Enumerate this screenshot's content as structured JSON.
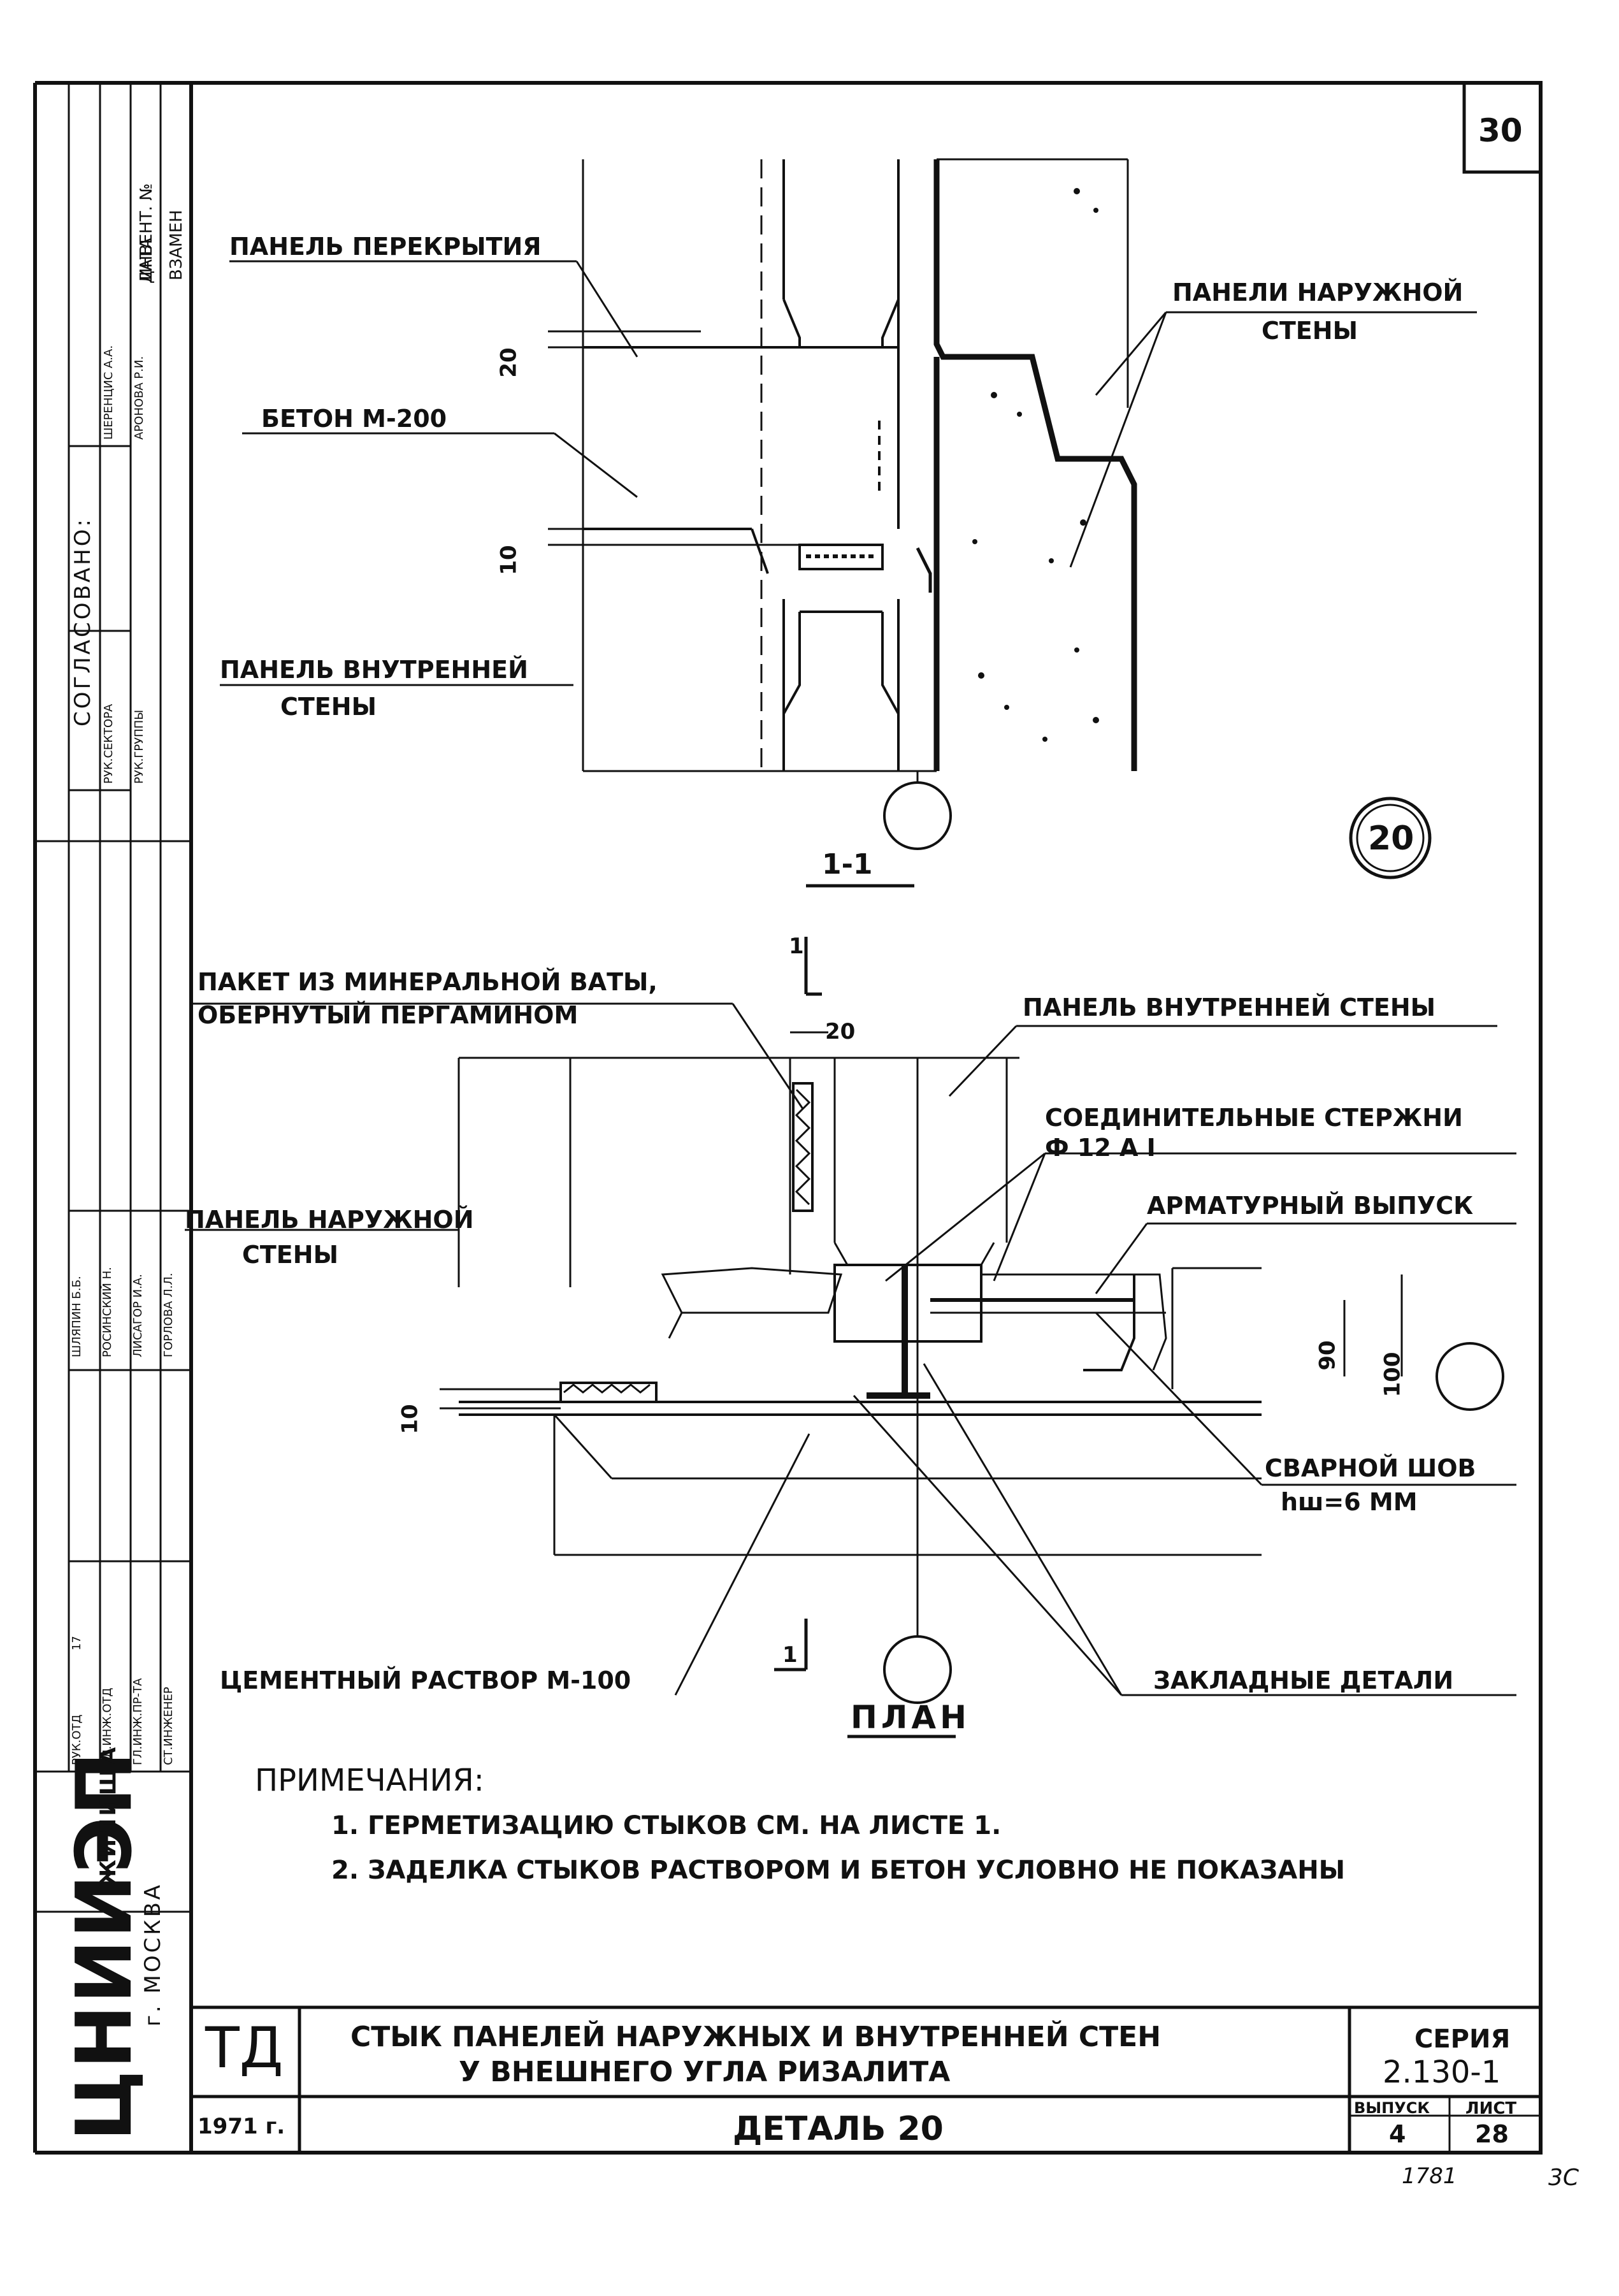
{
  "sheet_number": "30",
  "detail_circle": "20",
  "section": {
    "labels": {
      "floor_panel": "ПАНЕЛЬ ПЕРЕКРЫТИЯ",
      "outer_panels_1": "ПАНЕЛИ НАРУЖНОЙ",
      "outer_panels_2": "СТЕНЫ",
      "concrete": "БЕТОН М-200",
      "inner_panel_1": "ПАНЕЛЬ ВНУТРЕННЕЙ",
      "inner_panel_2": "СТЕНЫ"
    },
    "dim_top": "20",
    "dim_bottom": "10",
    "title": "1-1"
  },
  "plan": {
    "labels": {
      "wool_1": "ПАКЕТ ИЗ МИНЕРАЛЬНОЙ ВАТЫ,",
      "wool_2": "ОБЕРНУТЫЙ ПЕРГАМИНОМ",
      "inner_panel": "ПАНЕЛЬ ВНУТРЕННЕЙ СТЕНЫ",
      "rods_1": "СОЕДИНИТЕЛЬНЫЕ СТЕРЖНИ",
      "rods_2": "Ф 12 А I",
      "rebar_outlet": "АРМАТУРНЫЙ ВЫПУСК",
      "outer_panel_1": "ПАНЕЛЬ НАРУЖНОЙ",
      "outer_panel_2": "СТЕНЫ",
      "weld_1": "СВАРНОЙ ШОВ",
      "weld_2": "hш=6 ММ",
      "mortar": "ЦЕМЕНТНЫЙ РАСТВОР М-100",
      "embedded": "ЗАКЛАДНЫЕ ДЕТАЛИ"
    },
    "dims": {
      "d1": "1",
      "d20": "20",
      "d90": "90",
      "d100": "100",
      "d10": "10",
      "d1b": "1"
    },
    "title": "ПЛАН"
  },
  "notes": {
    "heading": "ПРИМЕЧАНИЯ:",
    "items": [
      "1. ГЕРМЕТИЗАЦИЮ СТЫКОВ СМ. НА ЛИСТЕ 1.",
      "2. ЗАДЕЛКА СТЫКОВ РАСТВОРОМ И БЕТОН УСЛОВНО НЕ ПОКАЗАНЫ"
    ]
  },
  "title_block": {
    "code": "ТД",
    "year": "1971 г.",
    "title_line1": "СТЫК ПАНЕЛЕЙ НАРУЖНЫХ И ВНУТРЕННЕЙ   СТЕН",
    "title_line2": "У ВНЕШНЕГО УГЛА РИЗАЛИТА",
    "detail": "ДЕТАЛЬ 20",
    "series_label": "СЕРИЯ",
    "series_value": "2.130-1",
    "issue_label": "ВЫПУСК",
    "issue_value": "4",
    "sheet_label": "ЛИСТ",
    "sheet_value": "28",
    "handwritten": "1781",
    "corner_mark": "3С"
  },
  "side_stamp": {
    "agreed": "СОГЛАСОВАНО:",
    "date": "ДАТА",
    "inv": "ИНВЕНТ. №",
    "replace": "ВЗАМЕН",
    "role1": "РУК.СЕКТОРА",
    "role2": "РУК.ГРУППЫ",
    "name1": "ШЕРЕНЦИС А.А.",
    "name2": "АРОНОВА Р.И.",
    "people": [
      {
        "role": "РУК.ОТД",
        "no": "17",
        "name": "ШЛЯПИН Б.Б."
      },
      {
        "role": "ГЛ.ИНЖ.ОТД",
        "no": "",
        "name": "РОСИНСКИЙ Н."
      },
      {
        "role": "ГЛ.ИНЖ.ПР-ТА",
        "no": "",
        "name": "ЛИСАГОР И.А."
      },
      {
        "role": "СТ.ИНЖЕНЕР",
        "no": "",
        "name": "ГОРЛОВА Л.Л."
      }
    ],
    "org": "ЦНИИЭП",
    "org_sub": "ЖИЛИЩА",
    "city": "г. МОСКВА"
  }
}
